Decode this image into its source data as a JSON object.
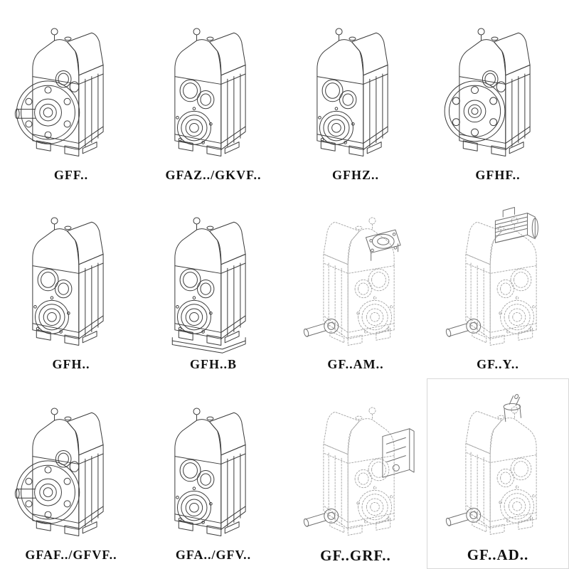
{
  "page": {
    "kind": "gearbox-series-catalog-sheet"
  },
  "cells": [
    {
      "label": "GFF..",
      "drawing": "helical-gearbox-flange-output-shaft"
    },
    {
      "label": "GFAZ../GKVF..",
      "drawing": "helical-gearbox-hollow-shaft"
    },
    {
      "label": "GFHZ..",
      "drawing": "helical-gearbox-hollow-shrink-disc"
    },
    {
      "label": "GFHF..",
      "drawing": "helical-gearbox-flange-hollow"
    },
    {
      "label": "GFH..",
      "drawing": "helical-gearbox-foot-hollow"
    },
    {
      "label": "GFH..B",
      "drawing": "helical-gearbox-foot-hollow-base"
    },
    {
      "label": "GF..AM..",
      "drawing": "helical-gearbox-motor-flange-adapter"
    },
    {
      "label": "GF..Y..",
      "drawing": "helical-gearbox-with-motor"
    },
    {
      "label": "GFAF../GFVF..",
      "drawing": "helical-gearbox-flange-output-shaft"
    },
    {
      "label": "GFA../GFV..",
      "drawing": "helical-gearbox-hollow-shaft"
    },
    {
      "label": "GF..GRF..",
      "drawing": "helical-gearbox-grf-input-block"
    },
    {
      "label": "GF..AD..",
      "drawing": "helical-gearbox-input-shaft-adapter"
    }
  ]
}
